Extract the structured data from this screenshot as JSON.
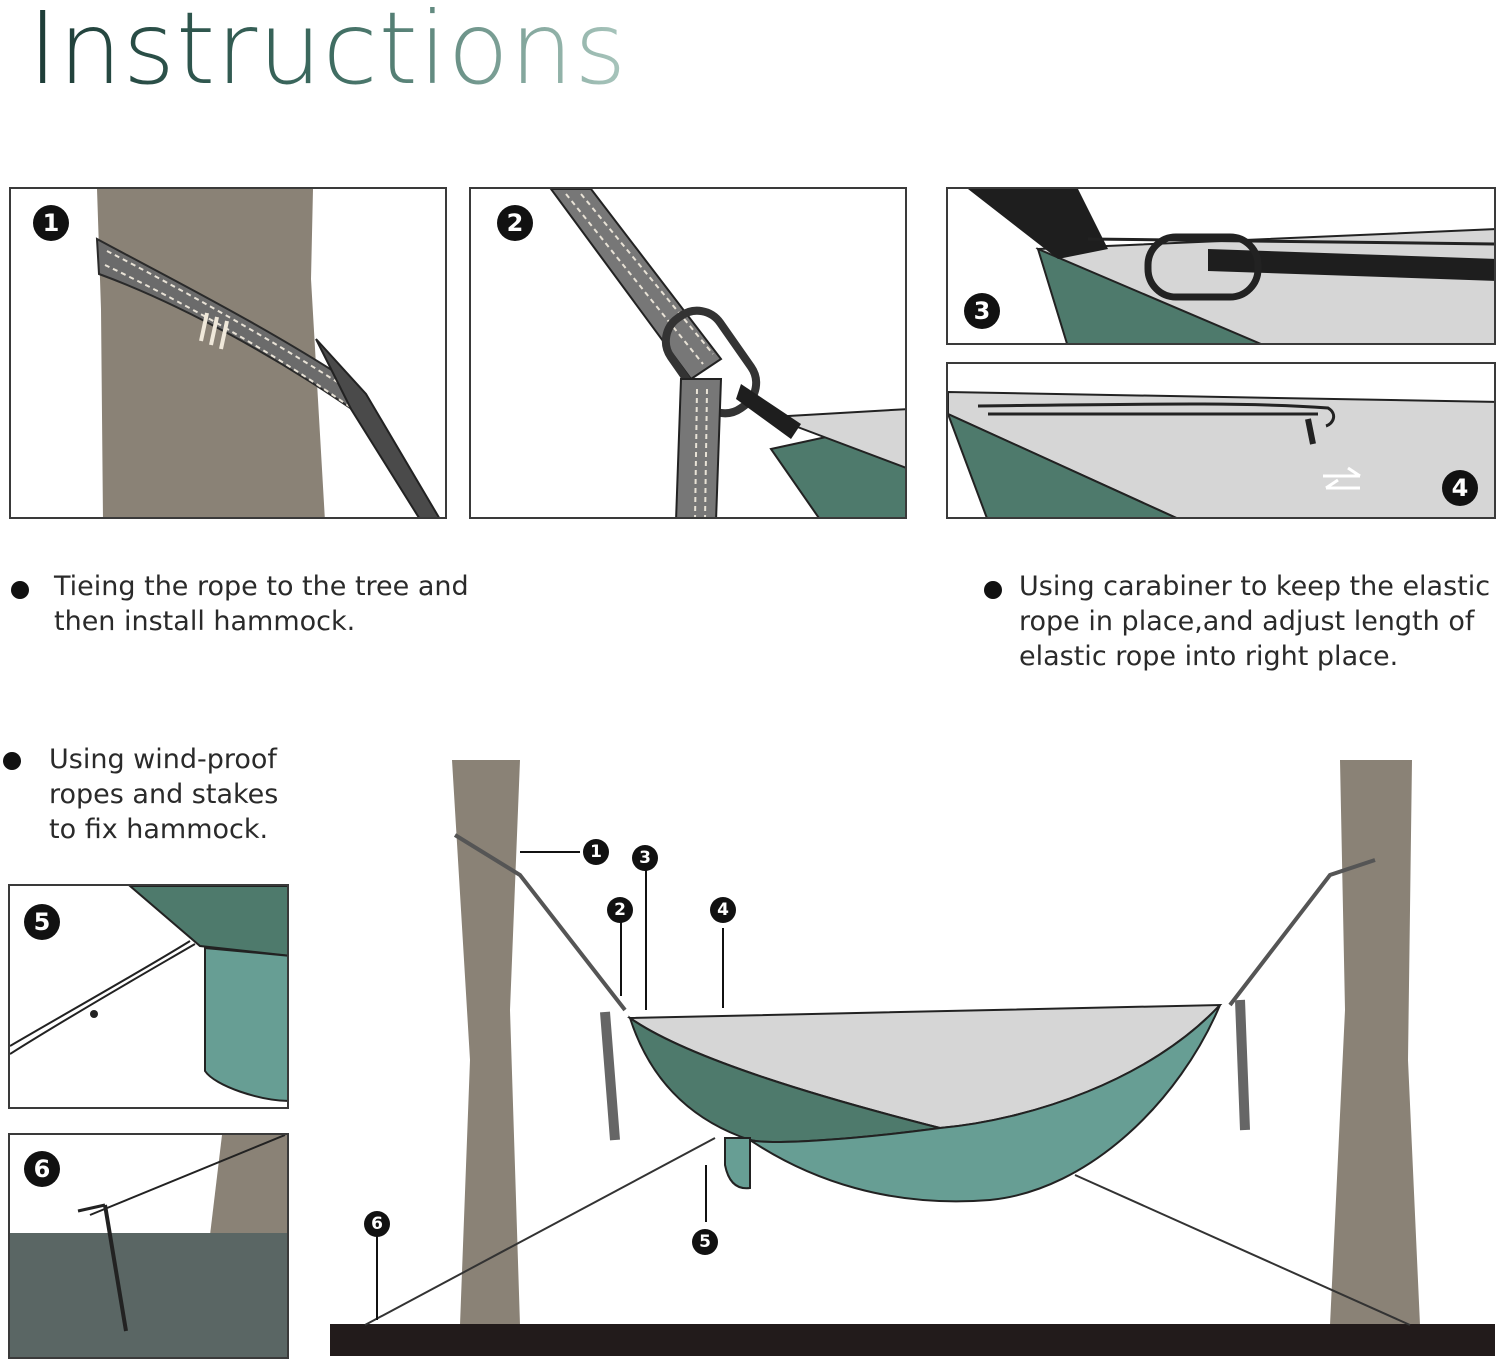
{
  "title": "Instructions",
  "steps": {
    "s1": "1",
    "s2": "2",
    "s3": "3",
    "s4": "4",
    "s5": "5",
    "s6": "6"
  },
  "notes": {
    "tie_line1": "Tieing the rope to the tree and",
    "tie_line2": "then install hammock.",
    "carabiner_line1": "Using carabiner to keep the elastic",
    "carabiner_line2": "rope in place,and adjust length of",
    "carabiner_line3": "elastic rope into right place.",
    "wind_line1": "Using wind-proof",
    "wind_line2": "ropes and stakes",
    "wind_line3": "to fix hammock."
  },
  "colors": {
    "trunk": "#8a8276",
    "hammock_dark": "#4e7a6c",
    "hammock_light": "#679e94",
    "net": "#d6d6d6",
    "strap": "#6b6b6b",
    "ground": "#221b1b"
  }
}
